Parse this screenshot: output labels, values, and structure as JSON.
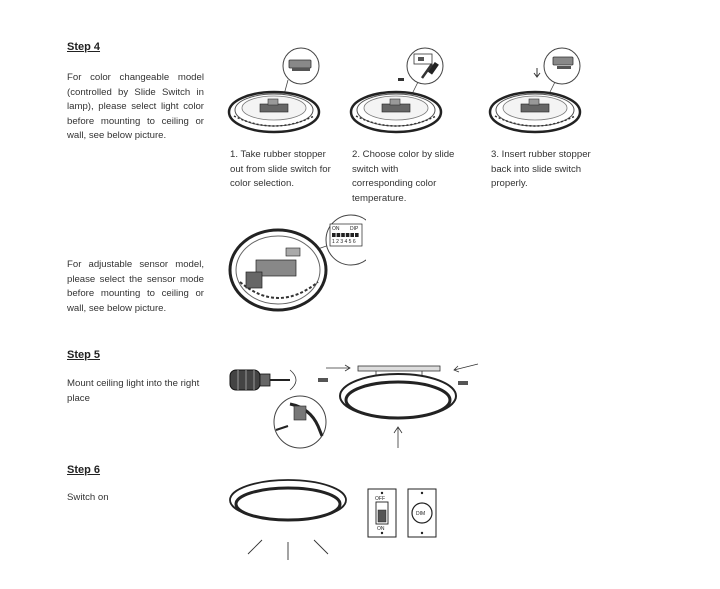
{
  "step4": {
    "title": "Step 4",
    "text": "For color changeable model (controlled by Slide Switch in lamp), please select light color before mounting to ceiling or wall, see below picture.",
    "captions": [
      "1. Take rubber stopper out from slide switch for color selection.",
      "2. Choose color by slide switch with corresponding color temperature.",
      "3. Insert rubber stopper back into slide switch properly."
    ],
    "sensor_text": "For adjustable sensor model, please select the sensor mode before mounting to ceiling or wall, see below picture.",
    "dip_labels": {
      "on": "ON",
      "dip": "DIP",
      "numbers": "1 2 3 4 5 6"
    }
  },
  "step5": {
    "title": "Step 5",
    "text": "Mount ceiling light into the right place"
  },
  "step6": {
    "title": "Step 6",
    "text": "Switch on",
    "switch_labels": {
      "off": "OFF",
      "on": "ON",
      "dim": "DIM"
    }
  }
}
